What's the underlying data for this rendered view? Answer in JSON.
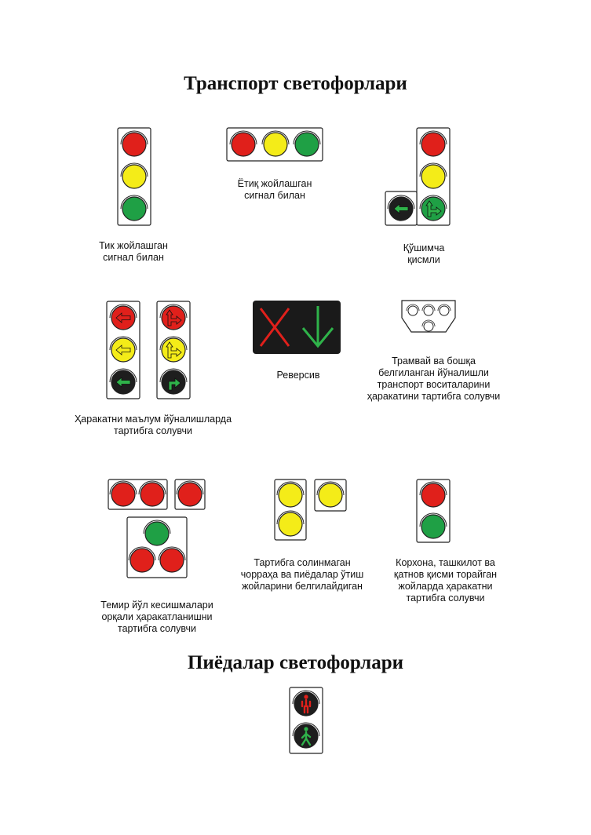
{
  "titles": {
    "transport": "Транспорт светофорлари",
    "pedestrian": "Пиёдалар светофорлари"
  },
  "captions": {
    "vertical": "Тик жойлашган\nсигнал билан",
    "horizontal": "Ётиқ жойлашган\nсигнал билан",
    "additional": "Қўшимча\nқисмли",
    "directional": "Ҳаракатни маълум йўналишларда\nтартибга солувчи",
    "reversible": "Реверсив",
    "tram": "Трамвай ва бошқа\nбелгиланган йўналишли\nтранспорт воситаларини\nҳаракатини тартибга солувчи",
    "railway": "Темир йўл кесишмалари\nорқали ҳаракатланишни\nтартибга солувчи",
    "crossing": "Тартибга солинмаган\nчорраҳа ва пиёдалар ўтиш\nжойларини белгилайдиган",
    "enterprise": "Корхона, ташкилот ва\nқатнов қисми торайган\nжойларда ҳаракатни\nтартибга солувчи"
  },
  "colors": {
    "red": "#e0201b",
    "yellow": "#f4ec18",
    "green": "#1fa045",
    "dark": "#1e1e1e",
    "arrow_green": "#2fb34a",
    "outline": "#222222"
  },
  "icons": {
    "arrow": "arrow-icon",
    "pedestrian": "pedestrian-icon",
    "cross": "cross-icon"
  }
}
